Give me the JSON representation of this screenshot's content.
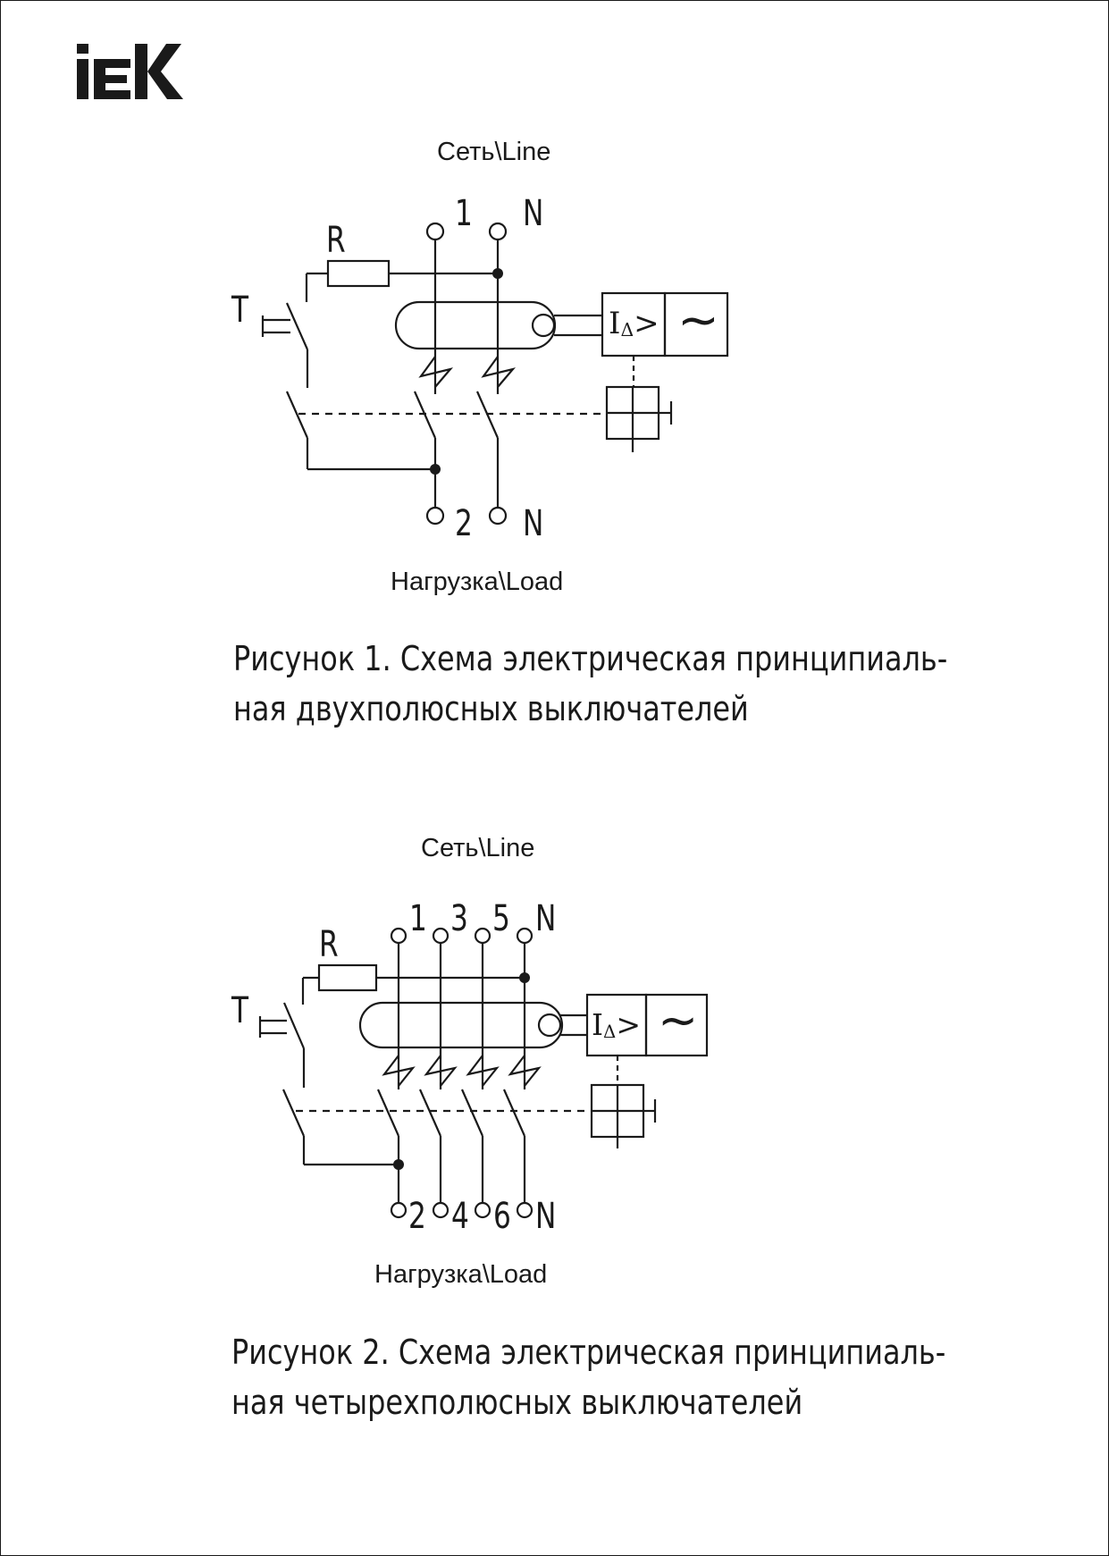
{
  "brand": {
    "logo_text": "IEK",
    "color": "#1a1a1a"
  },
  "colors": {
    "ink": "#1a1a1a",
    "background": "#ffffff"
  },
  "figure1": {
    "line_label": "Сеть\\Line",
    "load_label": "Нагрузка\\Load",
    "test_label": "T",
    "resistor_label": "R",
    "top_terminals": [
      "1",
      "N"
    ],
    "bottom_terminals": [
      "2",
      "N"
    ],
    "detector_label": "I",
    "detector_sub": "Δ",
    "detector_sign": ">",
    "supply_symbol": "~",
    "caption_line1": "Рисунок 1. Схема электрическая принципиаль-",
    "caption_line2": "ная двухполюсных выключателей"
  },
  "figure2": {
    "line_label": "Сеть\\Line",
    "load_label": "Нагрузка\\Load",
    "test_label": "T",
    "resistor_label": "R",
    "top_terminals": [
      "1",
      "3",
      "5",
      "N"
    ],
    "bottom_terminals": [
      "2",
      "4",
      "6",
      "N"
    ],
    "detector_label": "I",
    "detector_sub": "Δ",
    "detector_sign": ">",
    "supply_symbol": "~",
    "caption_line1": "Рисунок 2. Схема электрическая принципиаль-",
    "caption_line2": "ная четырехполюсных выключателей"
  }
}
